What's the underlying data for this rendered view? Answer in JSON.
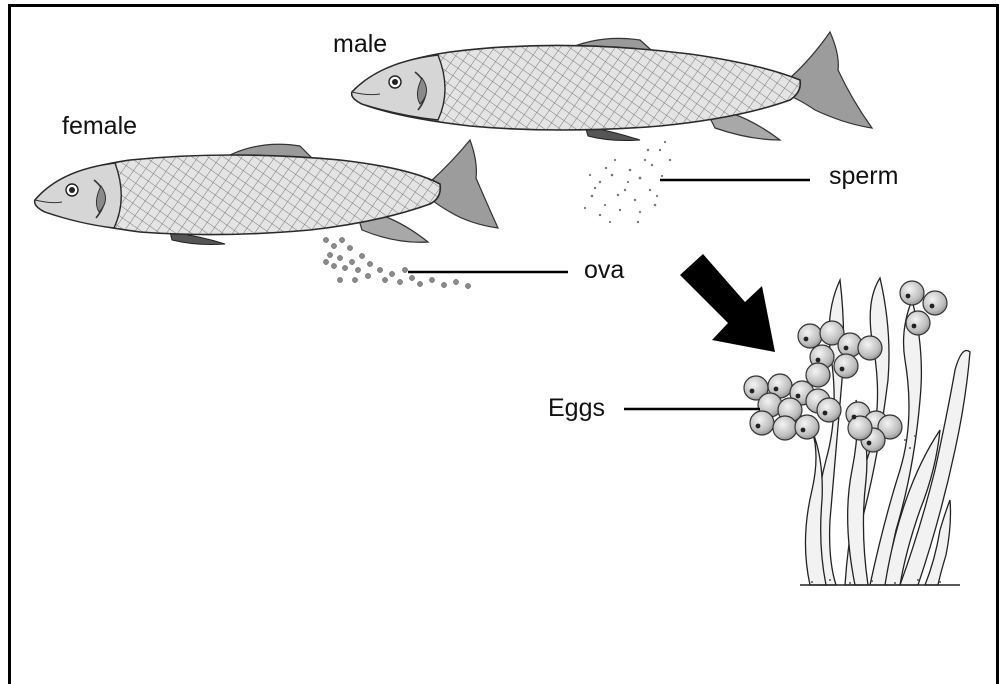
{
  "labels": {
    "male": "male",
    "female": "female",
    "sperm": "sperm",
    "ova": "ova",
    "eggs": "Eggs"
  }
}
